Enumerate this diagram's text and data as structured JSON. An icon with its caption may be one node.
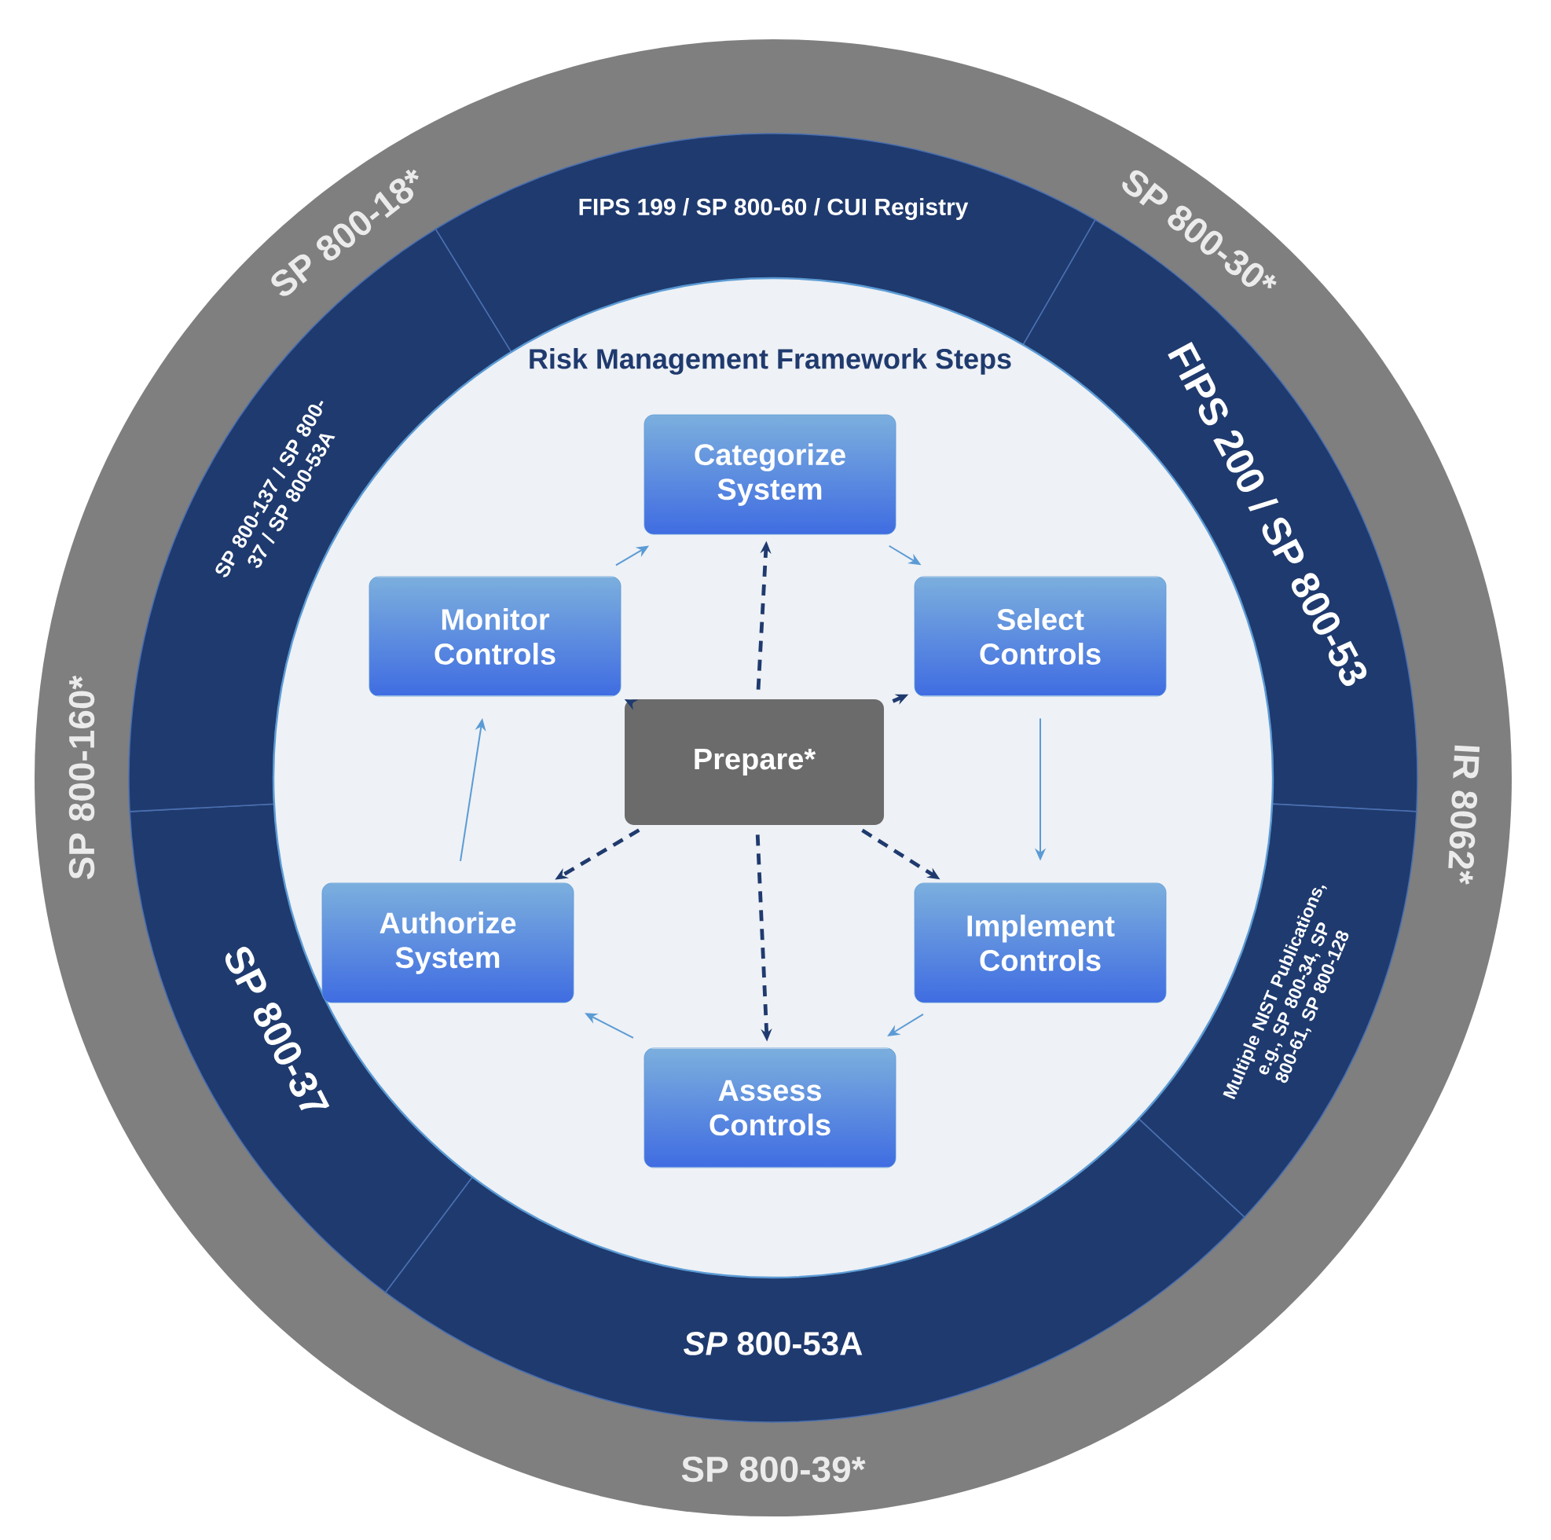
{
  "diagram": {
    "title": "Risk Management Framework Steps",
    "nodes": [
      {
        "text": [
          "FIPS 199 / SP 800-60 / CUI Registry"
        ]
      },
      {
        "text": [
          "FIPS 200 / SP 800-53"
        ]
      },
      {
        "text": [
          "Multiple NIST Publications, e.g., SP 800-34, SP 800-61, SP 800-128"
        ]
      },
      {
        "text": [
          "*SP* 800-53A"
        ]
      },
      {
        "text": [
          "SP 800-37"
        ]
      },
      {
        "text": [
          "SP 800-137 / SP 800-37 / SP 800-53A"
        ]
      },
      {
        "text": [
          "Categorize System"
        ]
      },
      {
        "text": [
          "Select Controls"
        ]
      },
      {
        "text": [
          "Implement Controls"
        ]
      },
      {
        "text": [
          "Assess Controls"
        ]
      },
      {
        "text": [
          "Authorize System"
        ]
      },
      {
        "text": [
          "Monitor Controls"
        ]
      },
      {
        "text": [
          "Prepare*"
        ]
      }
    ],
    "edges": [
      {
        "from": 6,
        "to": 7,
        "arrow": "to"
      },
      {
        "from": 7,
        "to": 8,
        "arrow": "to"
      },
      {
        "from": 8,
        "to": 9,
        "arrow": "to"
      },
      {
        "from": 9,
        "to": 10,
        "arrow": "to"
      },
      {
        "from": 10,
        "to": 11,
        "arrow": "to"
      },
      {
        "from": 11,
        "to": 6,
        "arrow": "to"
      },
      {
        "from": 12,
        "to": 6,
        "arrow": "to",
        "style": "dashed",
        "color": "#1f3a6e"
      },
      {
        "from": 12,
        "to": 7,
        "arrow": "to",
        "style": "dashed",
        "color": "#1f3a6e"
      },
      {
        "from": 12,
        "to": 8,
        "arrow": "to",
        "style": "dashed",
        "color": "#1f3a6e"
      },
      {
        "from": 12,
        "to": 9,
        "arrow": "to",
        "style": "dashed",
        "color": "#1f3a6e"
      },
      {
        "from": 12,
        "to": 10,
        "arrow": "to",
        "style": "dashed",
        "color": "#1f3a6e"
      },
      {
        "from": 12,
        "to": 11,
        "arrow": "to",
        "style": "dashed",
        "color": "#1f3a6e"
      }
    ],
    "labels": [
      "SP 800-18*",
      "SP 800-30*",
      "SP 800-160*",
      "IR 8062*",
      "SP 800-39*"
    ]
  }
}
